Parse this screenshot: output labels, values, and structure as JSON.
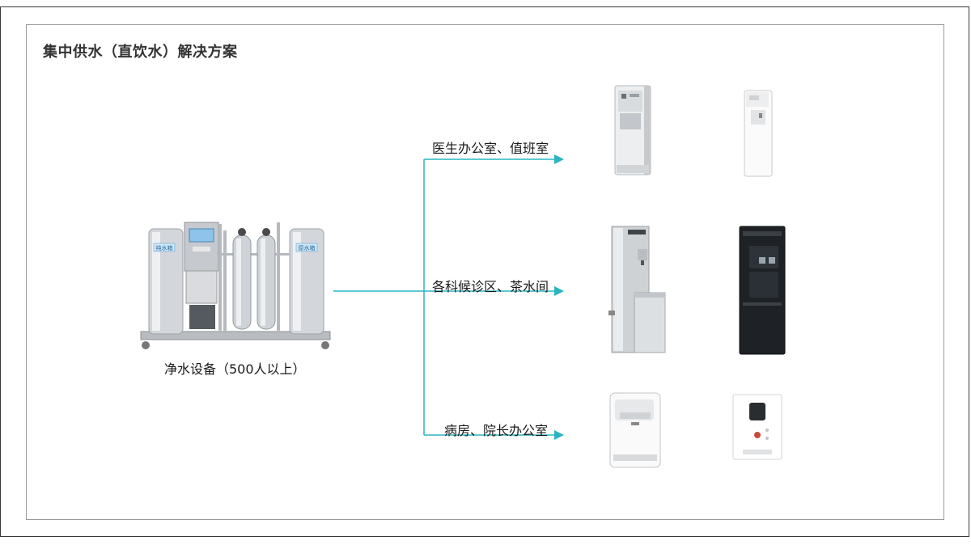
{
  "title": "集中供水（直饮水）解决方案",
  "source_equipment": {
    "label": "净水设备（500人以上）",
    "tank_left_label": "纯水箱",
    "tank_right_label": "原水箱"
  },
  "branches": [
    {
      "label": "医生办公室、值班室",
      "devices": [
        "vertical-dispenser-icon",
        "slim-dispenser-icon"
      ]
    },
    {
      "label": "各科候诊区、茶水间",
      "devices": [
        "steel-water-boiler-icon",
        "black-water-boiler-icon"
      ]
    },
    {
      "label": "病房、院长办公室",
      "devices": [
        "wall-dispenser-icon",
        "wall-purifier-icon"
      ]
    }
  ],
  "colors": {
    "connector": "#2bb5c0",
    "frame": "#3a3a3a",
    "inner_frame": "#9a9a9a"
  }
}
